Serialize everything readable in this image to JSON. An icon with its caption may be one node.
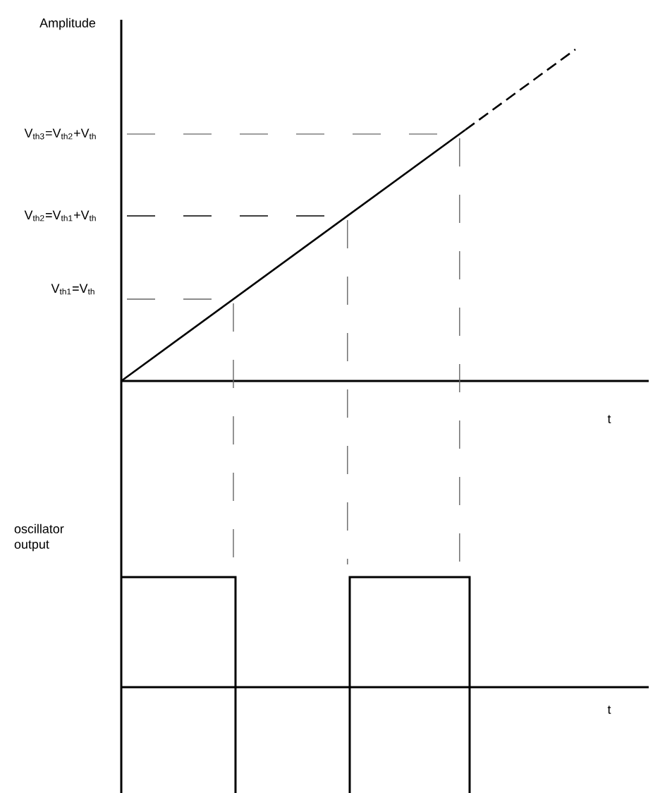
{
  "diagram": {
    "labels": [
      "Amplitude",
      "V$_{th3}$=V$_{th2}$+V$_{th}$",
      "V$_{th2}$=V$_{th1}$+V$_{th}$",
      "V$_{th1}$=V$_{th}$",
      "t",
      "oscillator output",
      "t"
    ]
  }
}
